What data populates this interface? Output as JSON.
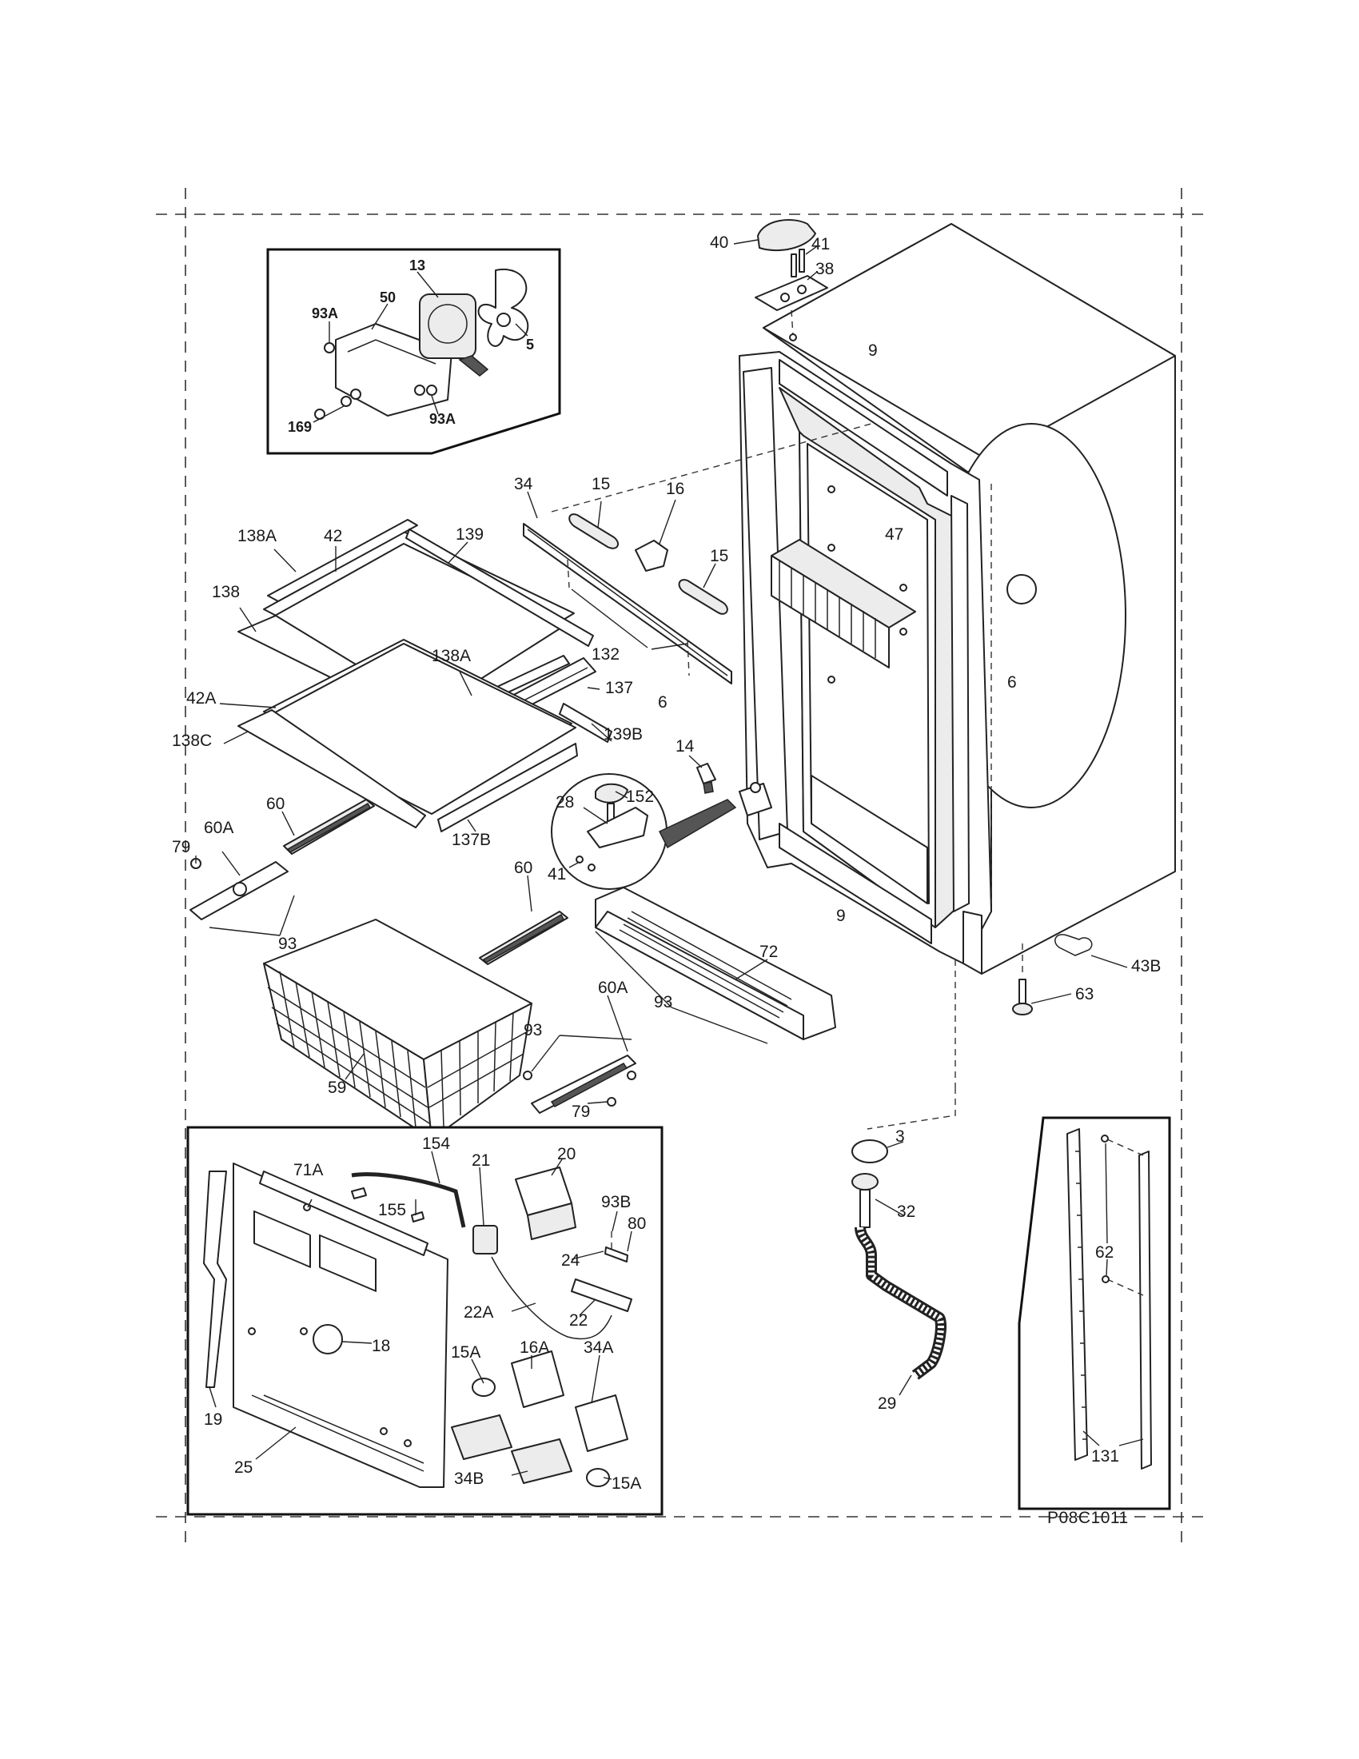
{
  "diagram": {
    "drawing_code": "P08C1011",
    "insets": {
      "fan_assembly": {
        "labels": [
          "13",
          "93A",
          "50",
          "5",
          "169",
          "93A"
        ]
      },
      "control_panel": {
        "labels": [
          "71A",
          "154",
          "21",
          "20",
          "93B",
          "80",
          "155",
          "24",
          "22A",
          "22",
          "18",
          "15A",
          "16A",
          "34A",
          "19",
          "25",
          "34B",
          "15A"
        ]
      },
      "rail": {
        "labels": [
          "62",
          "131"
        ]
      },
      "hinge_detail": {
        "labels": [
          "28",
          "152",
          "41"
        ]
      }
    },
    "callouts": {
      "40": "40",
      "41": "41",
      "38": "38",
      "9": "9",
      "34": "34",
      "15": "15",
      "16": "16",
      "139": "139",
      "138A": "138A",
      "42": "42",
      "138": "138",
      "47": "47",
      "132": "132",
      "137": "137",
      "42A": "42A",
      "6": "6",
      "139B": "139B",
      "138C": "138C",
      "14": "14",
      "60": "60",
      "79": "79",
      "60A": "60A",
      "93": "93",
      "137B": "137B",
      "72": "72",
      "43B": "43B",
      "63": "63",
      "59": "59",
      "3": "3",
      "32": "32",
      "29": "29"
    }
  }
}
